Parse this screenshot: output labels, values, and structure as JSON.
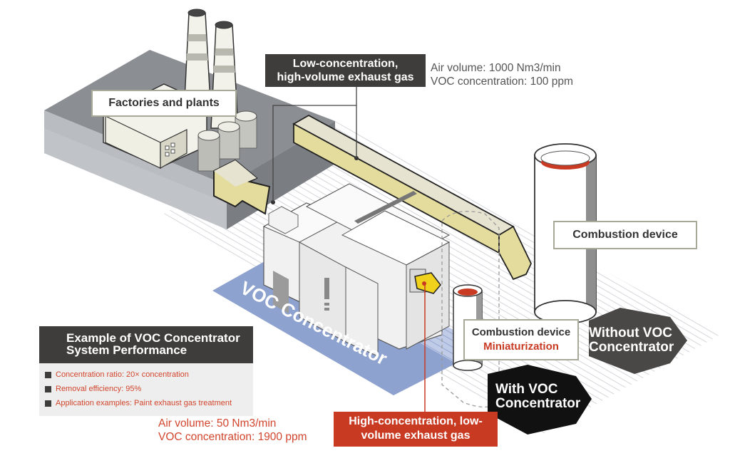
{
  "labels": {
    "factories": "Factories and plants",
    "low_conc_gas": [
      "Low-concentration,",
      "high-volume exhaust gas"
    ],
    "low_conc_specs": [
      "Air volume: 1000 Nm3/min",
      "VOC concentration: 100 ppm"
    ],
    "combustion_device_large": "Combustion device",
    "combustion_device_small": "Combustion device",
    "miniaturization": "Miniaturization",
    "voc_concentrator": "VOC Concentrator",
    "without_voc": [
      "Without VOC",
      "Concentrator"
    ],
    "with_voc": [
      "With VOC",
      "Concentrator"
    ],
    "high_conc_gas": [
      "High-concentration, low-",
      "volume exhaust gas"
    ],
    "high_conc_specs": [
      "Air volume: 50 Nm3/min",
      "VOC concentration: 1900 ppm"
    ]
  },
  "performance": {
    "title": [
      "Example of VOC Concentrator",
      "System Performance"
    ],
    "items": [
      "Concentration ratio: 20× concentration",
      "Removal efficiency: 95%",
      "Application examples: Paint exhaust gas treatment"
    ]
  },
  "colors": {
    "accent_red": "#c93a23",
    "dark_label": "#3f3d3b",
    "concentrator_base": "#8ea2cf",
    "duct_yellow": "#e4dc9c"
  }
}
